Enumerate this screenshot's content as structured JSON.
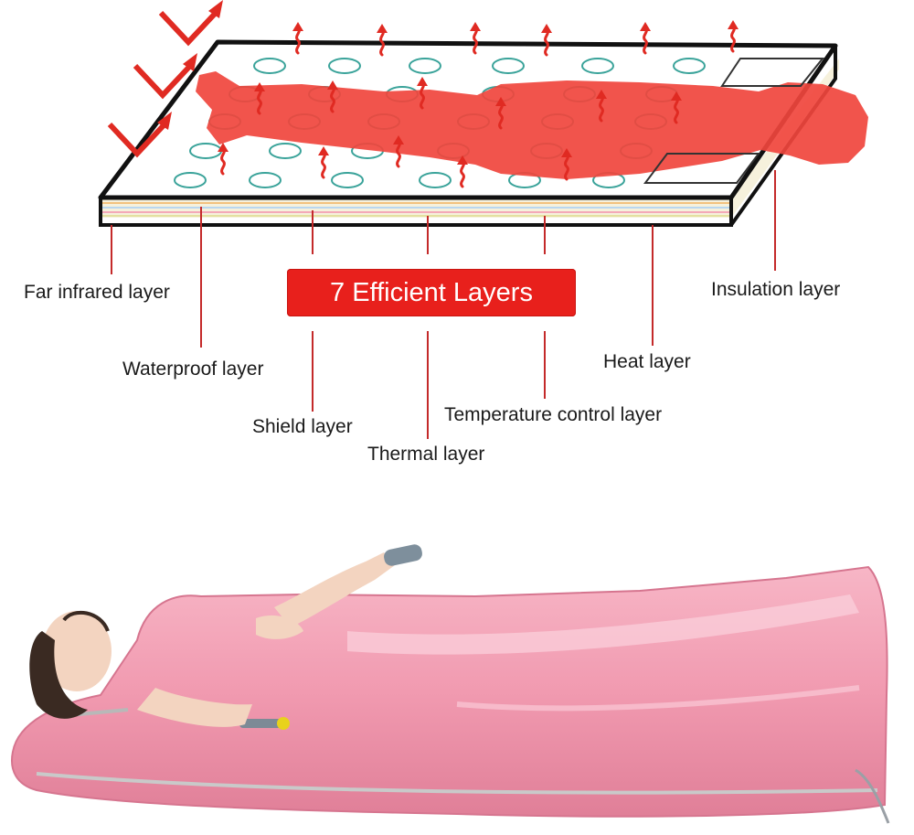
{
  "diagram": {
    "badge": "7 Efficient Layers",
    "layers": [
      "Far infrared layer",
      "Waterproof layer",
      "Shield layer",
      "Thermal layer",
      "Temperature control layer",
      "Heat layer",
      "Insulation layer"
    ]
  },
  "icons": {
    "heat_wave": "wavy-up-arrow-icon",
    "radiation": "chevron-arrow-icon",
    "remote": "remote-control-icon"
  },
  "colors": {
    "accent_red": "#e8201c",
    "body_red": "#f0453d",
    "blanket_pink": "#f2a0b5",
    "blanket_shadow": "#d9788f",
    "blanket_light": "#fbd2dd"
  }
}
